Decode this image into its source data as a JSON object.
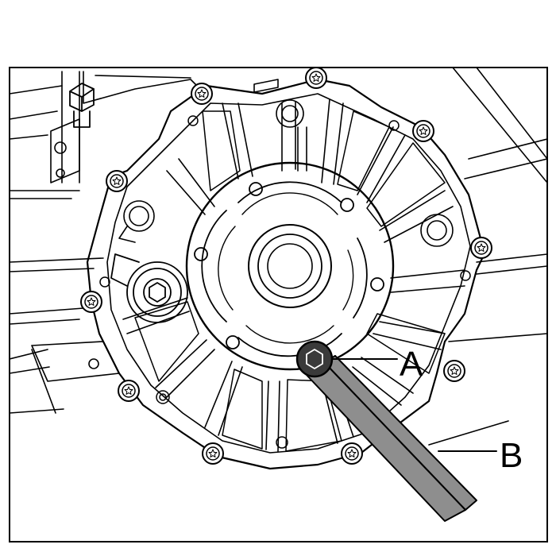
{
  "callouts": [
    {
      "id": "A",
      "label": "A",
      "part": "hex-bolt"
    },
    {
      "id": "B",
      "label": "B",
      "part": "hex-key-tool"
    }
  ],
  "colors": {
    "line": "#000000",
    "background": "#ffffff",
    "tool_fill": "#8e8e8e",
    "bolt_fill": "#3a3a3a"
  },
  "icons": [
    "hex-socket-bolt-icon",
    "torx-bolt-icon"
  ]
}
